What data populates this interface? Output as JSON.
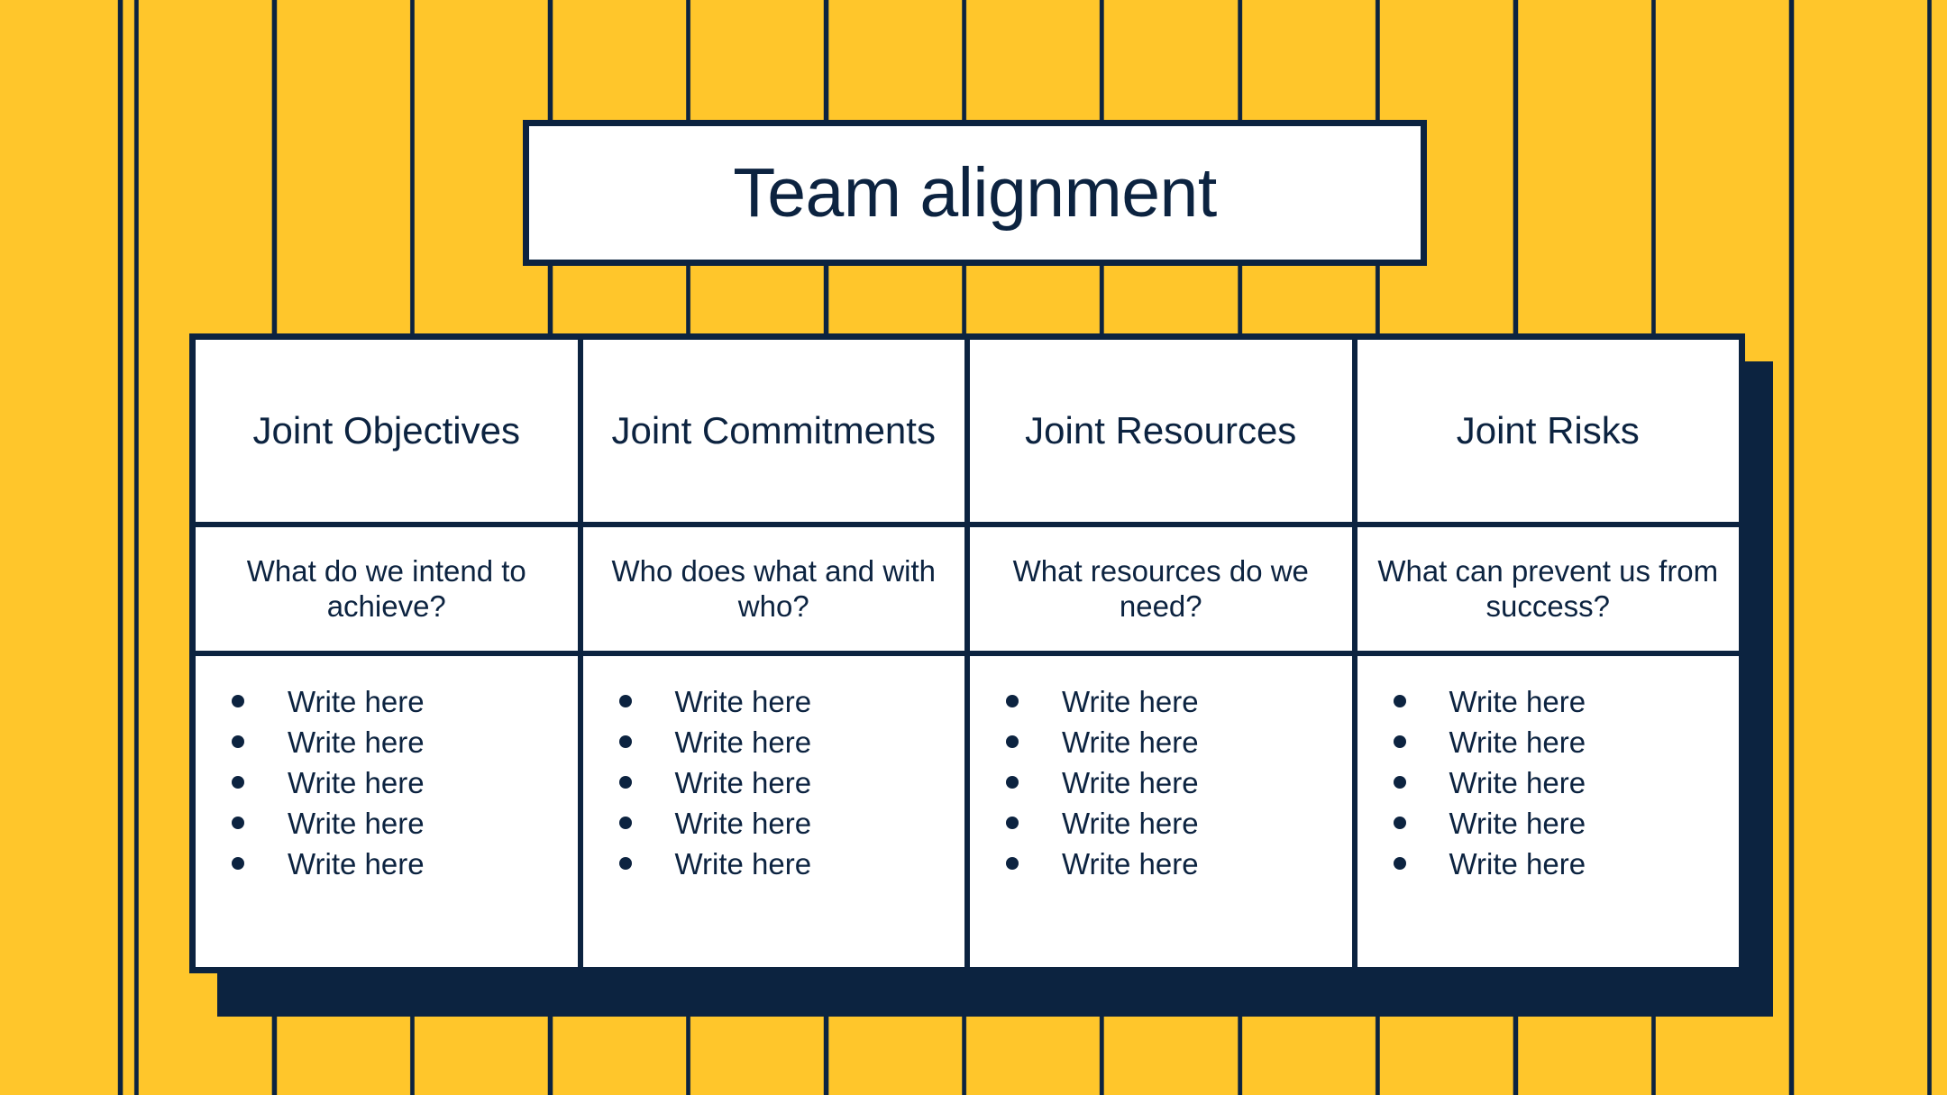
{
  "colors": {
    "background_yellow": "#FFC62B",
    "navy": "#0C2340",
    "card_white": "#FFFFFF"
  },
  "title": {
    "text": "Team alignment"
  },
  "table": {
    "headers": [
      "Joint Objectives",
      "Joint Commitments",
      "Joint Resources",
      "Joint Risks"
    ],
    "questions": [
      "What do we intend to achieve?",
      "Who does what and with who?",
      "What resources do we need?",
      "What can prevent us from success?"
    ],
    "columns": [
      {
        "header": "Joint Objectives",
        "question": "What do we intend to achieve?",
        "bullets": [
          "Write here",
          "Write here",
          "Write here",
          "Write here",
          "Write here"
        ]
      },
      {
        "header": "Joint Commitments",
        "question": "Who does what and with who?",
        "bullets": [
          "Write here",
          "Write here",
          "Write here",
          "Write here",
          "Write here"
        ]
      },
      {
        "header": "Joint Resources",
        "question": "What resources do we need?",
        "bullets": [
          "Write here",
          "Write here",
          "Write here",
          "Write here",
          "Write here"
        ]
      },
      {
        "header": "Joint Risks",
        "question": "What can prevent us from success?",
        "bullets": [
          "Write here",
          "Write here",
          "Write here",
          "Write here",
          "Write here"
        ]
      }
    ]
  }
}
